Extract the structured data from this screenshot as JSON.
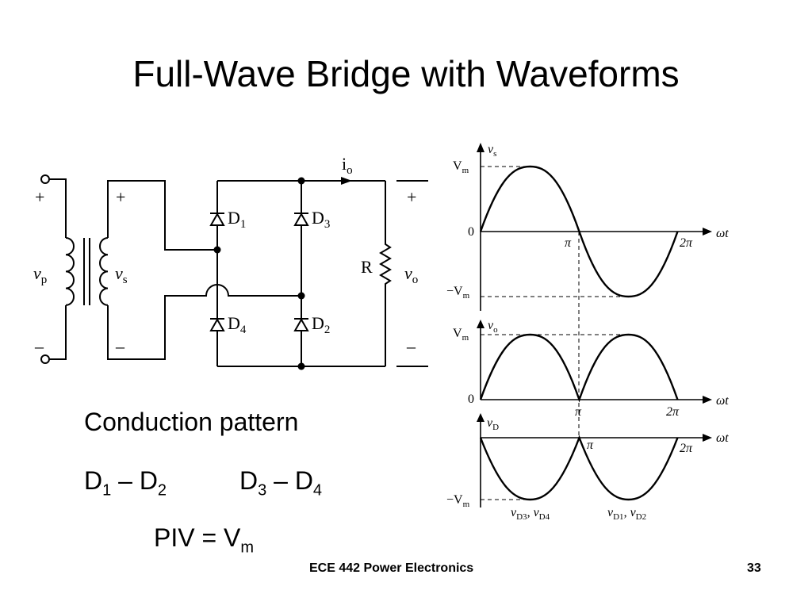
{
  "slide": {
    "title": "Full-Wave Bridge with Waveforms",
    "footer_course": "ECE 442 Power Electronics",
    "footer_page": "33"
  },
  "conduction": {
    "heading": "Conduction pattern",
    "pair1": {
      "a": "D",
      "a_sub": "1",
      "sep": " – ",
      "b": "D",
      "b_sub": "2"
    },
    "pair2": {
      "a": "D",
      "a_sub": "3",
      "sep": " – ",
      "b": "D",
      "b_sub": "4"
    },
    "piv": {
      "text": "PIV = V",
      "sub": "m"
    }
  },
  "circuit": {
    "plus": "+",
    "minus": "–",
    "vp": "v",
    "vp_sub": "p",
    "vs": "v",
    "vs_sub": "s",
    "io": "i",
    "io_sub": "o",
    "r": "R",
    "vo": "v",
    "vo_sub": "o",
    "d1": "D",
    "d1_sub": "1",
    "d2": "D",
    "d2_sub": "2",
    "d3": "D",
    "d3_sub": "3",
    "d4": "D",
    "d4_sub": "4"
  },
  "waveforms": {
    "vs": {
      "label": "v",
      "label_sub": "s",
      "vm": "V",
      "vm_sub": "m",
      "neg_vm": "−V",
      "neg_vm_sub": "m",
      "zero": "0",
      "pi": "π",
      "two_pi": "2π",
      "wt": "ωt"
    },
    "vo": {
      "label": "v",
      "label_sub": "o",
      "vm": "V",
      "vm_sub": "m",
      "zero": "0",
      "pi": "π",
      "two_pi": "2π",
      "wt": "ωt"
    },
    "vd": {
      "label": "v",
      "label_sub": "D",
      "neg_vm": "−V",
      "neg_vm_sub": "m",
      "pi": "π",
      "two_pi": "2π",
      "wt": "ωt",
      "ann1": "v",
      "ann1_sub": "D3",
      "ann1_sep": ", ",
      "ann1b": "v",
      "ann1b_sub": "D4",
      "ann2": "v",
      "ann2_sub": "D1",
      "ann2_sep": ", ",
      "ann2b": "v",
      "ann2b_sub": "D2"
    }
  }
}
